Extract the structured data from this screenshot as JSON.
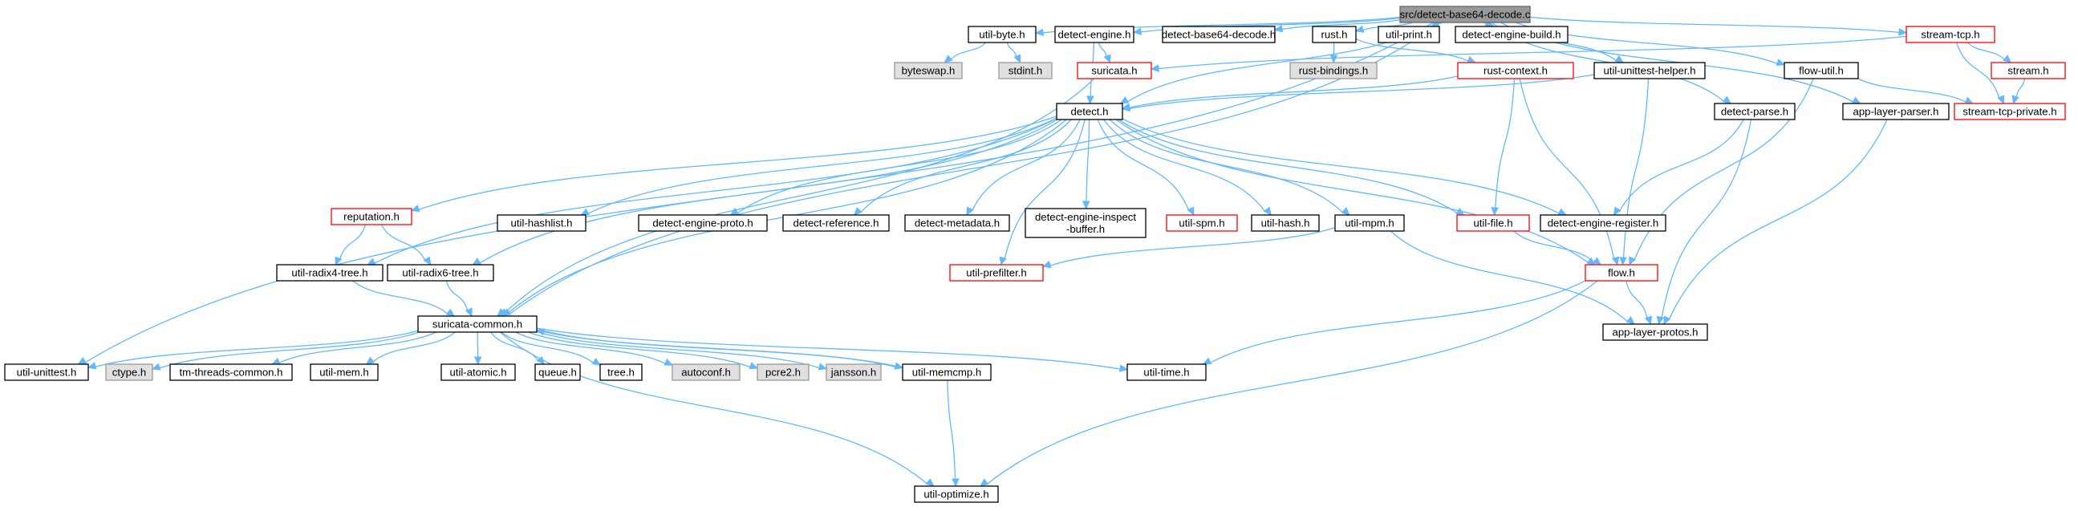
{
  "graph": {
    "colors": {
      "edge": "#63b8ff",
      "node_fill_default": "#ffffff",
      "node_stroke_default": "#000000",
      "node_fill_root": "#999999",
      "node_stroke_root": "#666666",
      "node_fill_external": "#e0e0e0",
      "node_stroke_external": "#999999",
      "node_stroke_truncated": "#ff0000"
    },
    "nodes": [
      {
        "id": "root",
        "label": "src/detect-base64-decode.c",
        "style": "root"
      },
      {
        "id": "util_byte",
        "label": "util-byte.h",
        "style": "normal"
      },
      {
        "id": "detect_engine",
        "label": "detect-engine.h",
        "style": "normal"
      },
      {
        "id": "detect_b64",
        "label": "detect-base64-decode.h",
        "style": "normal"
      },
      {
        "id": "rust",
        "label": "rust.h",
        "style": "normal"
      },
      {
        "id": "util_print",
        "label": "util-print.h",
        "style": "normal"
      },
      {
        "id": "detect_engine_build",
        "label": "detect-engine-build.h",
        "style": "normal"
      },
      {
        "id": "stream_tcp",
        "label": "stream-tcp.h",
        "style": "truncated"
      },
      {
        "id": "byteswap",
        "label": "byteswap.h",
        "style": "external"
      },
      {
        "id": "stdint",
        "label": "stdint.h",
        "style": "external"
      },
      {
        "id": "suricata",
        "label": "suricata.h",
        "style": "truncated"
      },
      {
        "id": "rust_bindings",
        "label": "rust-bindings.h",
        "style": "external"
      },
      {
        "id": "rust_context",
        "label": "rust-context.h",
        "style": "truncated"
      },
      {
        "id": "util_unittest_helper",
        "label": "util-unittest-helper.h",
        "style": "normal"
      },
      {
        "id": "flow_util",
        "label": "flow-util.h",
        "style": "normal"
      },
      {
        "id": "stream",
        "label": "stream.h",
        "style": "truncated"
      },
      {
        "id": "detect",
        "label": "detect.h",
        "style": "normal"
      },
      {
        "id": "detect_parse",
        "label": "detect-parse.h",
        "style": "normal"
      },
      {
        "id": "app_layer_parser",
        "label": "app-layer-parser.h",
        "style": "normal"
      },
      {
        "id": "stream_tcp_private",
        "label": "stream-tcp-private.h",
        "style": "truncated"
      },
      {
        "id": "reputation",
        "label": "reputation.h",
        "style": "truncated"
      },
      {
        "id": "util_hashlist",
        "label": "util-hashlist.h",
        "style": "normal"
      },
      {
        "id": "detect_engine_proto",
        "label": "detect-engine-proto.h",
        "style": "normal"
      },
      {
        "id": "detect_reference",
        "label": "detect-reference.h",
        "style": "normal"
      },
      {
        "id": "detect_metadata",
        "label": "detect-metadata.h",
        "style": "normal"
      },
      {
        "id": "detect_engine_inspect_buffer",
        "label": "detect-engine-inspect\n-buffer.h",
        "style": "normal"
      },
      {
        "id": "util_spm",
        "label": "util-spm.h",
        "style": "truncated"
      },
      {
        "id": "util_hash",
        "label": "util-hash.h",
        "style": "normal"
      },
      {
        "id": "util_mpm",
        "label": "util-mpm.h",
        "style": "normal"
      },
      {
        "id": "util_file",
        "label": "util-file.h",
        "style": "truncated"
      },
      {
        "id": "detect_engine_register",
        "label": "detect-engine-register.h",
        "style": "normal"
      },
      {
        "id": "util_radix4",
        "label": "util-radix4-tree.h",
        "style": "normal"
      },
      {
        "id": "util_radix6",
        "label": "util-radix6-tree.h",
        "style": "normal"
      },
      {
        "id": "util_prefilter",
        "label": "util-prefilter.h",
        "style": "truncated"
      },
      {
        "id": "flow",
        "label": "flow.h",
        "style": "truncated"
      },
      {
        "id": "suricata_common",
        "label": "suricata-common.h",
        "style": "normal"
      },
      {
        "id": "app_layer_protos",
        "label": "app-layer-protos.h",
        "style": "normal"
      },
      {
        "id": "util_unittest",
        "label": "util-unittest.h",
        "style": "normal"
      },
      {
        "id": "ctype",
        "label": "ctype.h",
        "style": "external"
      },
      {
        "id": "tm_threads_common",
        "label": "tm-threads-common.h",
        "style": "normal"
      },
      {
        "id": "util_mem",
        "label": "util-mem.h",
        "style": "normal"
      },
      {
        "id": "util_atomic",
        "label": "util-atomic.h",
        "style": "normal"
      },
      {
        "id": "queue",
        "label": "queue.h",
        "style": "normal"
      },
      {
        "id": "tree",
        "label": "tree.h",
        "style": "normal"
      },
      {
        "id": "autoconf",
        "label": "autoconf.h",
        "style": "external"
      },
      {
        "id": "pcre2",
        "label": "pcre2.h",
        "style": "external"
      },
      {
        "id": "jansson",
        "label": "jansson.h",
        "style": "external"
      },
      {
        "id": "util_memcmp",
        "label": "util-memcmp.h",
        "style": "normal"
      },
      {
        "id": "util_time",
        "label": "util-time.h",
        "style": "normal"
      },
      {
        "id": "util_optimize",
        "label": "util-optimize.h",
        "style": "normal"
      }
    ],
    "edges": [
      [
        "root",
        "util_byte"
      ],
      [
        "root",
        "detect_engine"
      ],
      [
        "root",
        "detect_b64"
      ],
      [
        "root",
        "rust"
      ],
      [
        "root",
        "util_print"
      ],
      [
        "root",
        "detect_engine_build"
      ],
      [
        "root",
        "stream_tcp"
      ],
      [
        "root",
        "detect"
      ],
      [
        "root",
        "util_unittest_helper"
      ],
      [
        "root",
        "detect_parse"
      ],
      [
        "root",
        "flow_util"
      ],
      [
        "root",
        "app_layer_parser"
      ],
      [
        "root",
        "util_unittest"
      ],
      [
        "root",
        "suricata_common"
      ],
      [
        "util_byte",
        "byteswap"
      ],
      [
        "util_byte",
        "stdint"
      ],
      [
        "detect_engine",
        "suricata"
      ],
      [
        "detect_engine",
        "detect"
      ],
      [
        "rust",
        "rust_bindings"
      ],
      [
        "rust",
        "rust_context"
      ],
      [
        "stream_tcp",
        "suricata"
      ],
      [
        "stream_tcp",
        "stream"
      ],
      [
        "stream_tcp",
        "stream_tcp_private"
      ],
      [
        "stream",
        "stream_tcp_private"
      ],
      [
        "flow_util",
        "stream_tcp_private"
      ],
      [
        "flow_util",
        "flow"
      ],
      [
        "suricata",
        "suricata_common"
      ],
      [
        "rust_context",
        "detect"
      ],
      [
        "rust_context",
        "util_file"
      ],
      [
        "rust_context",
        "flow"
      ],
      [
        "util_unittest_helper",
        "detect"
      ],
      [
        "util_unittest_helper",
        "flow"
      ],
      [
        "detect_parse",
        "detect_engine_register"
      ],
      [
        "detect_parse",
        "app_layer_protos"
      ],
      [
        "app_layer_parser",
        "app_layer_protos"
      ],
      [
        "detect",
        "reputation"
      ],
      [
        "detect",
        "util_hashlist"
      ],
      [
        "detect",
        "detect_engine_proto"
      ],
      [
        "detect",
        "detect_reference"
      ],
      [
        "detect",
        "detect_metadata"
      ],
      [
        "detect",
        "detect_engine_inspect_buffer"
      ],
      [
        "detect",
        "util_spm"
      ],
      [
        "detect",
        "util_hash"
      ],
      [
        "detect",
        "util_mpm"
      ],
      [
        "detect",
        "util_file"
      ],
      [
        "detect",
        "detect_engine_register"
      ],
      [
        "detect",
        "util_radix4"
      ],
      [
        "detect",
        "util_radix6"
      ],
      [
        "detect",
        "util_prefilter"
      ],
      [
        "detect",
        "flow"
      ],
      [
        "detect",
        "suricata_common"
      ],
      [
        "reputation",
        "util_radix4"
      ],
      [
        "reputation",
        "util_radix6"
      ],
      [
        "util_radix4",
        "suricata_common"
      ],
      [
        "util_radix6",
        "suricata_common"
      ],
      [
        "util_mpm",
        "util_prefilter"
      ],
      [
        "util_mpm",
        "app_layer_protos"
      ],
      [
        "util_file",
        "flow"
      ],
      [
        "flow",
        "app_layer_protos"
      ],
      [
        "flow",
        "util_time"
      ],
      [
        "flow",
        "util_optimize"
      ],
      [
        "suricata_common",
        "util_unittest"
      ],
      [
        "suricata_common",
        "ctype"
      ],
      [
        "suricata_common",
        "tm_threads_common"
      ],
      [
        "suricata_common",
        "util_mem"
      ],
      [
        "suricata_common",
        "util_atomic"
      ],
      [
        "suricata_common",
        "queue"
      ],
      [
        "suricata_common",
        "tree"
      ],
      [
        "suricata_common",
        "autoconf"
      ],
      [
        "suricata_common",
        "pcre2"
      ],
      [
        "suricata_common",
        "jansson"
      ],
      [
        "suricata_common",
        "util_memcmp"
      ],
      [
        "suricata_common",
        "util_time"
      ],
      [
        "suricata_common",
        "util_optimize"
      ],
      [
        "util_memcmp",
        "util_optimize"
      ],
      [
        "util_memcmp",
        "suricata_common"
      ]
    ]
  }
}
